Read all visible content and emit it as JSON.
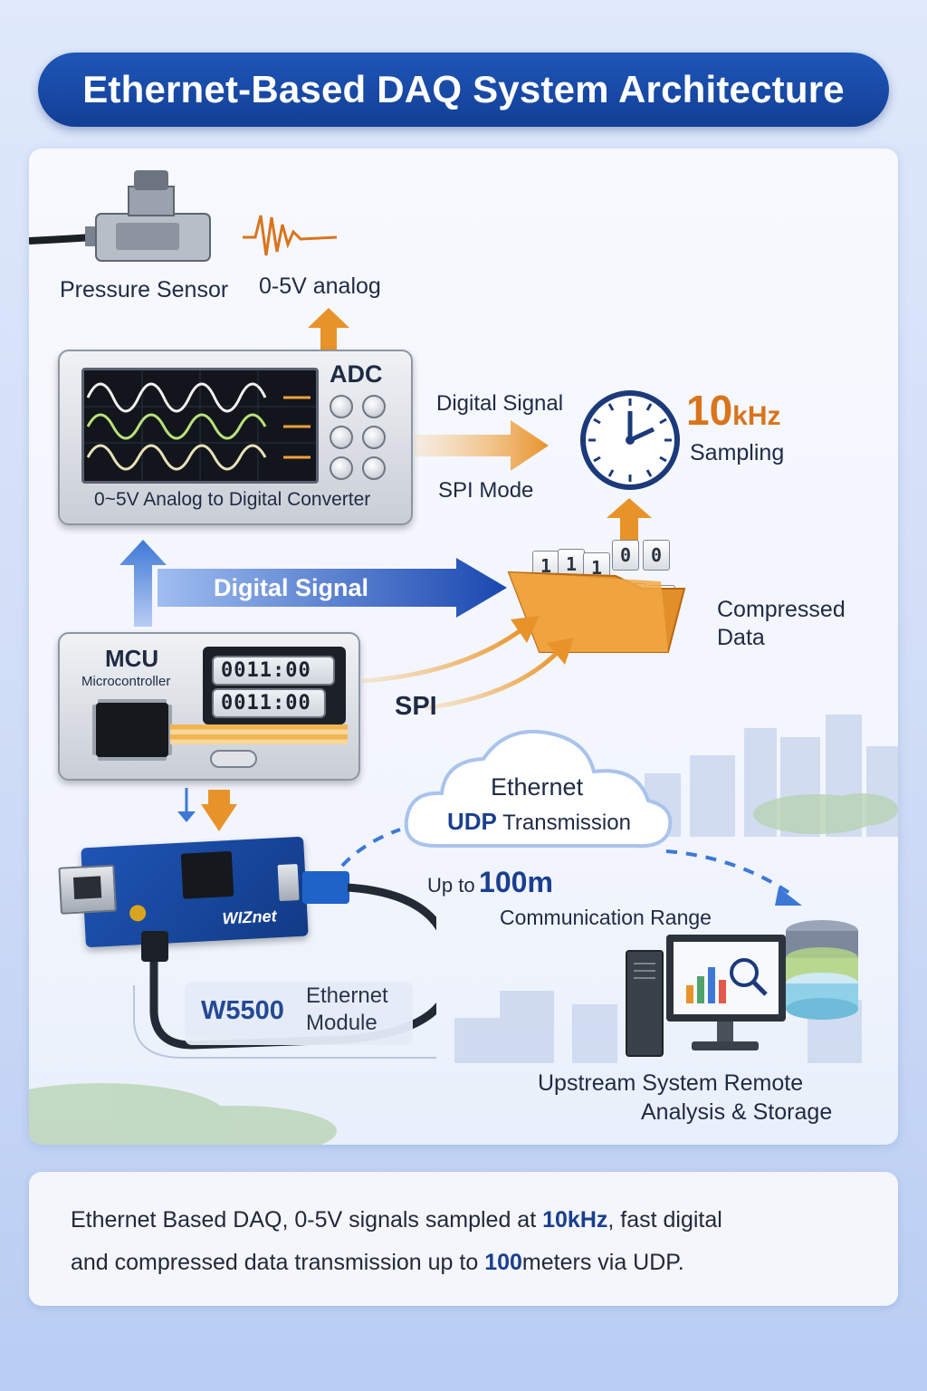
{
  "title": "Ethernet-Based DAQ System Architecture",
  "sensor": {
    "name": "Pressure Sensor",
    "output": "0-5V analog"
  },
  "adc": {
    "label": "ADC",
    "caption": "0~5V Analog to Digital Converter"
  },
  "adc_link": {
    "top": "Digital Signal",
    "bottom": "SPI Mode"
  },
  "sampling": {
    "value": "10",
    "unit": "kHz",
    "label": "Sampling"
  },
  "mcu_link": {
    "label": "Digital Signal"
  },
  "compressed": {
    "line1": "Compressed",
    "line2": "Data"
  },
  "mcu": {
    "label": "MCU",
    "sub": "Microcontroller",
    "lcd1": "0011:00",
    "lcd2": "0011:00",
    "spi": "SPI"
  },
  "ethernet": {
    "line1": "Ethernet",
    "udp": "UDP",
    "transmission": "Transmission"
  },
  "range": {
    "prefix": "Up to",
    "value": "100m",
    "label": "Communication Range"
  },
  "module": {
    "brand": "WIZnet",
    "model": "W5500",
    "line1": "Ethernet",
    "line2": "Module"
  },
  "upstream": {
    "line1": "Upstream System Remote",
    "line2": "Analysis & Storage"
  },
  "summary": {
    "p1": "Ethernet Based DAQ, 0-5V signals sampled at ",
    "h1": "10kHz",
    "p2": ", fast digital",
    "p3": "and compressed data transmission up to ",
    "h2": "100",
    "p4": "meters via UDP."
  },
  "colors": {
    "title_bg": "#123f95",
    "accent_orange": "#e8932a",
    "accent_blue": "#1f56b8",
    "sampling_orange": "#d9741c"
  }
}
